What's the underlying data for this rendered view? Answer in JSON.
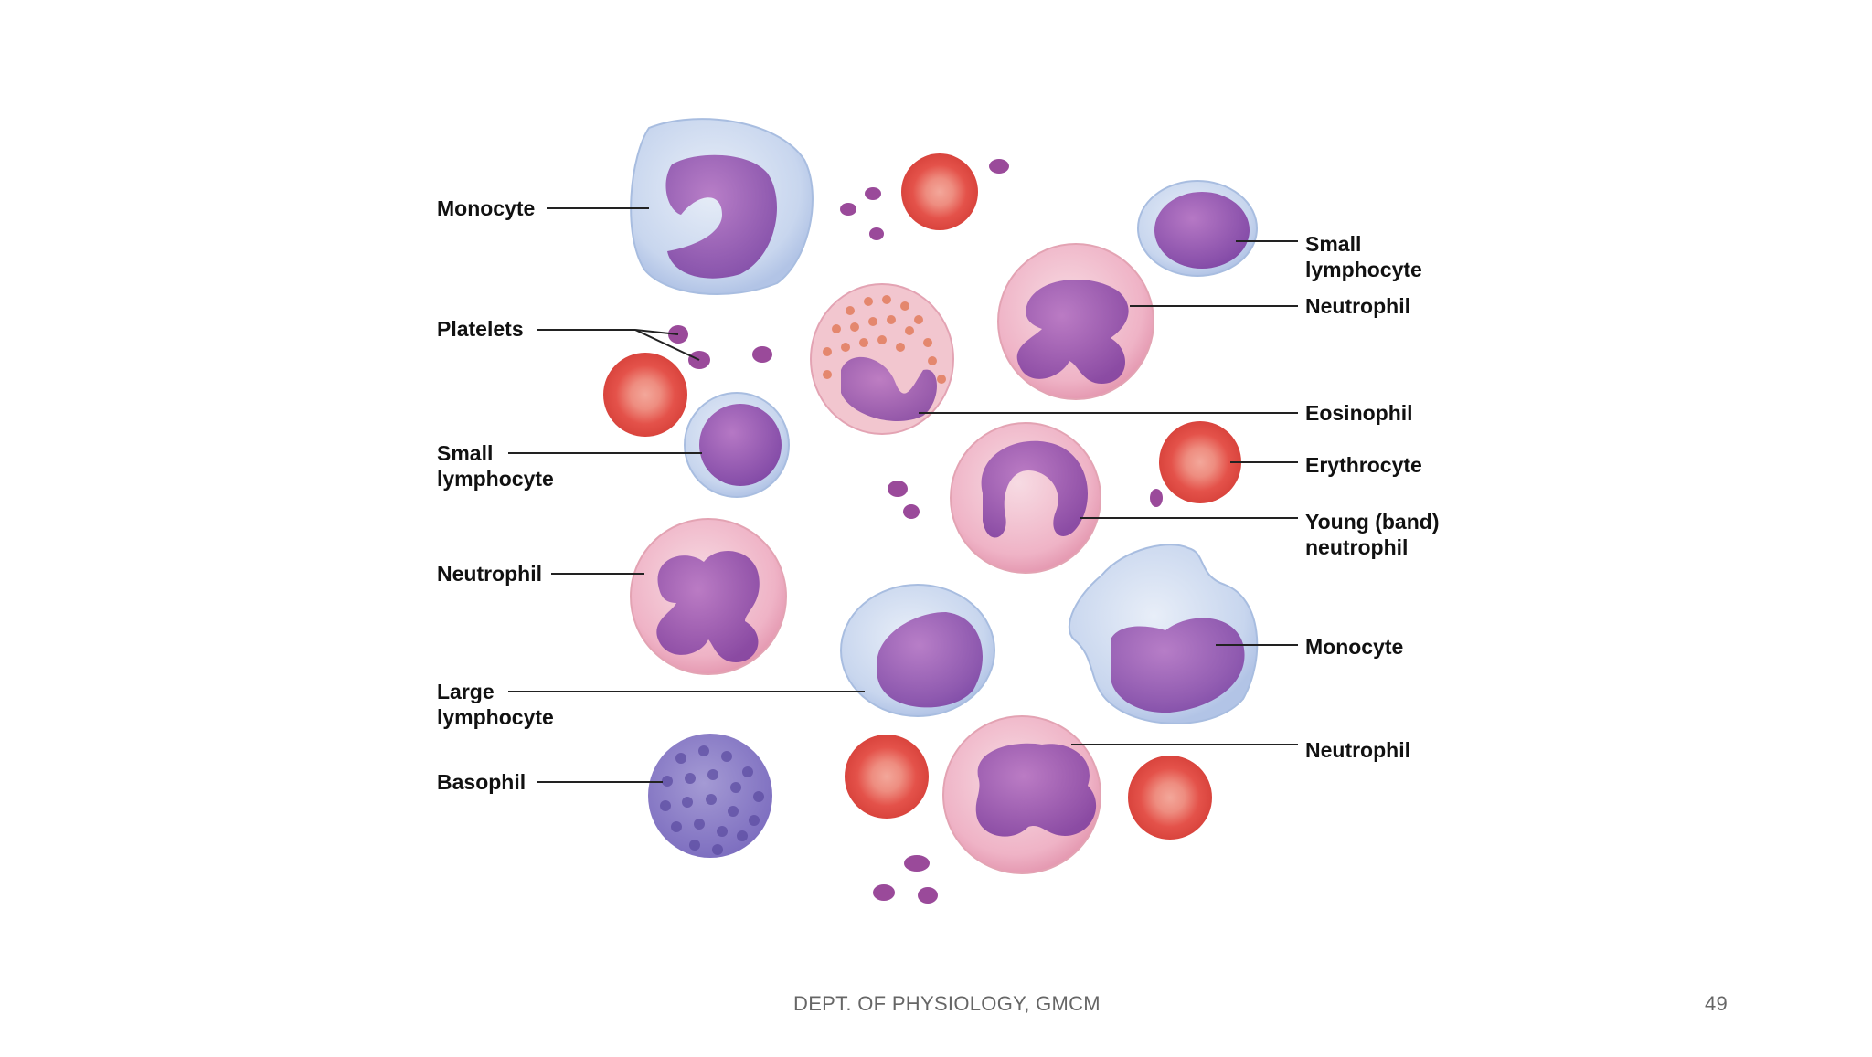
{
  "labels": {
    "left_monocyte": "Monocyte",
    "platelets": "Platelets",
    "left_small_lymph_1": "Small",
    "left_small_lymph_2": "lymphocyte",
    "left_neutrophil": "Neutrophil",
    "large_lymph_1": "Large",
    "large_lymph_2": "lymphocyte",
    "basophil": "Basophil",
    "right_small_lymph_1": "Small",
    "right_small_lymph_2": "lymphocyte",
    "right_neutrophil_top": "Neutrophil",
    "eosinophil": "Eosinophil",
    "erythrocyte": "Erythrocyte",
    "band_1": "Young (band)",
    "band_2": "neutrophil",
    "right_monocyte": "Monocyte",
    "right_neutrophil_bottom": "Neutrophil"
  },
  "footer": {
    "dept": "DEPT. OF PHYSIOLOGY, GMCM",
    "page": "49"
  }
}
